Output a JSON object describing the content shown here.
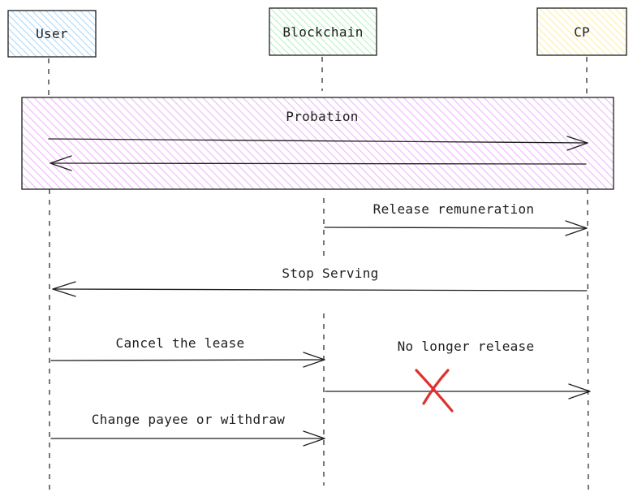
{
  "participants": {
    "user": {
      "label": "User",
      "fill": "#a5d8ff"
    },
    "blockchain": {
      "label": "Blockchain",
      "fill": "#b2f2bb"
    },
    "cp": {
      "label": "CP",
      "fill": "#ffec99"
    }
  },
  "probation": {
    "label": "Probation",
    "fill": "#eebefa"
  },
  "messages": {
    "release_remuneration": "Release remuneration",
    "stop_serving": "Stop Serving",
    "cancel_lease": "Cancel the lease",
    "no_longer_release": "No longer release",
    "change_payee": "Change payee or withdraw"
  },
  "colors": {
    "stroke": "#1e1e1e",
    "cross": "#e03131"
  }
}
